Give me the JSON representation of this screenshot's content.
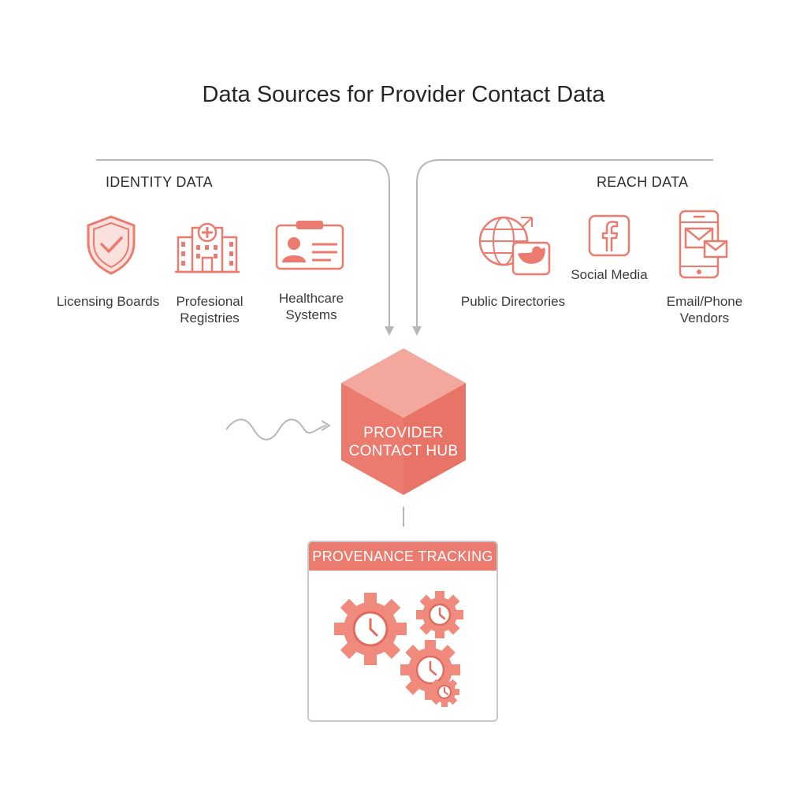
{
  "title": "Data Sources for Provider Contact Data",
  "colors": {
    "accent": "#ec7b6f",
    "accent_light": "#f4a89d",
    "accent_dark": "#e26a5e",
    "connector": "#b7b7b7"
  },
  "identity": {
    "label": "IDENTITY DATA",
    "sources": [
      {
        "label": "Licensing Boards",
        "icon": "shield-check-icon"
      },
      {
        "label": "Profesional Registries",
        "icon": "hospital-building-icon"
      },
      {
        "label": "Healthcare Systems",
        "icon": "id-badge-icon"
      }
    ]
  },
  "reach": {
    "label": "REACH DATA",
    "sources": [
      {
        "label": "Public Directories",
        "icon": "globe-bird-icon"
      },
      {
        "label": "Social Media",
        "icon": "facebook-icon"
      },
      {
        "label": "Email/Phone Vendors",
        "icon": "phone-email-icon"
      }
    ]
  },
  "hub": {
    "label": "PROVIDER CONTACT HUB",
    "icon": "cube-icon"
  },
  "provenance": {
    "label": "PROVENANCE TRACKING",
    "icon": "gears-clock-icon"
  }
}
